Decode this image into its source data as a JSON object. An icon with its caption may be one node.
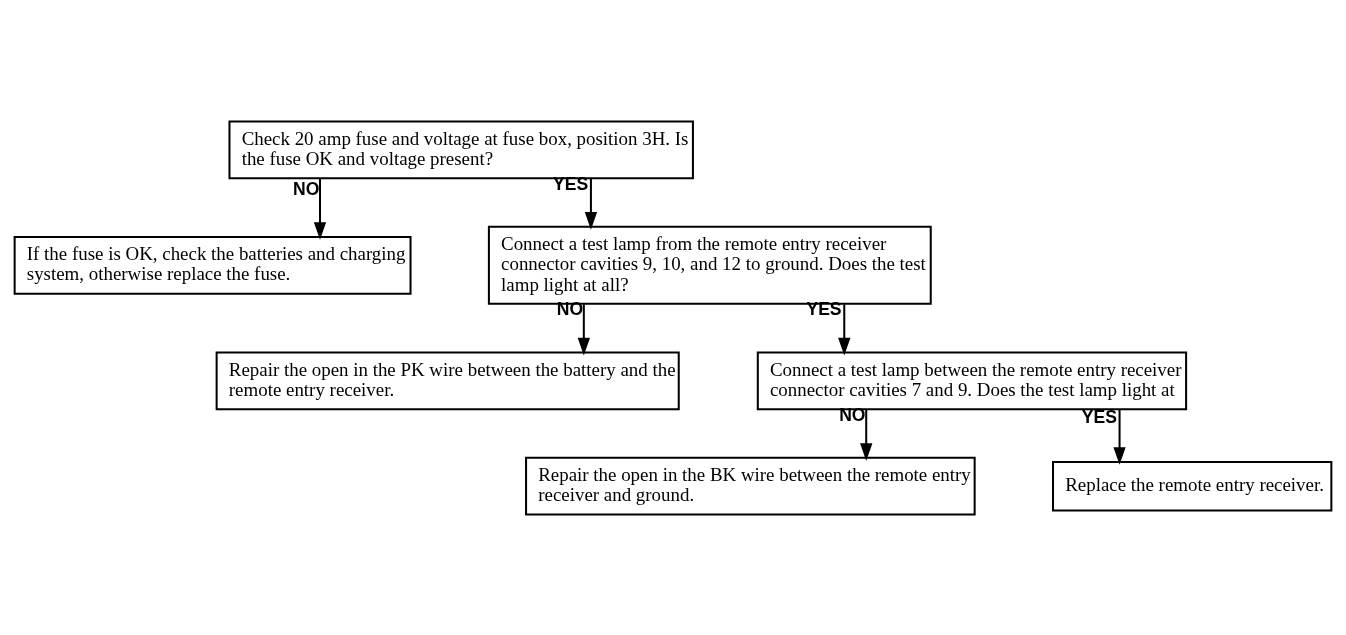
{
  "diagram": {
    "nodes": [
      {
        "text": [
          "Check 20 amp fuse and voltage at fuse box, position 3H. Is the fuse OK and voltage present?"
        ]
      },
      {
        "text": [
          "If the fuse is OK, check the batteries and charging system, otherwise replace the fuse."
        ]
      },
      {
        "text": [
          "Connect a test lamp from the remote entry receiver connector cavities 9, 10, and 12 to ground. Does the test lamp light at all?"
        ]
      },
      {
        "text": [
          "Repair the open in the PK wire between the battery and the remote entry receiver."
        ]
      },
      {
        "text": [
          "Connect a test lamp between the remote entry receiver connector cavities 7 and 9. Does the test lamp light at"
        ]
      },
      {
        "text": [
          "Repair the open in the BK wire between the remote entry receiver and ground."
        ]
      },
      {
        "text": [
          "Replace the remote entry receiver."
        ]
      }
    ],
    "edges": [
      {
        "from": 0,
        "to": 1,
        "arrow": "to",
        "label": "NO"
      },
      {
        "from": 0,
        "to": 2,
        "arrow": "to",
        "label": "YES"
      },
      {
        "from": 2,
        "to": 3,
        "arrow": "to",
        "label": "NO"
      },
      {
        "from": 2,
        "to": 4,
        "arrow": "to",
        "label": "YES"
      },
      {
        "from": 4,
        "to": 5,
        "arrow": "to",
        "label": "NO"
      },
      {
        "from": 4,
        "to": 6,
        "arrow": "to",
        "label": "YES"
      }
    ]
  }
}
